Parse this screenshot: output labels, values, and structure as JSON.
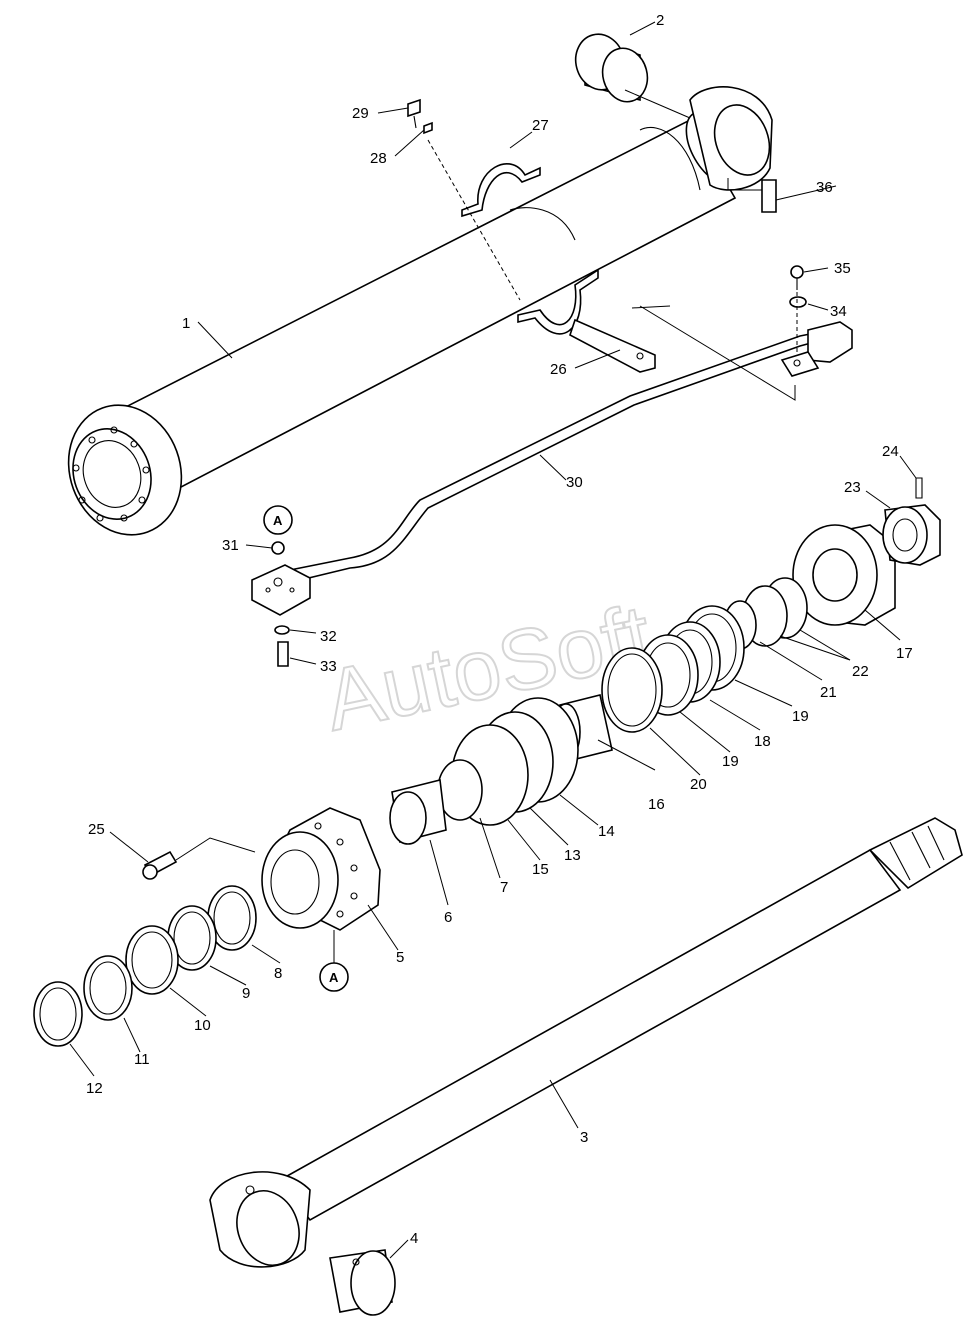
{
  "watermark": "AutoSoft",
  "callout_letter": "A",
  "labels": {
    "p1": "1",
    "p2": "2",
    "p3": "3",
    "p4": "4",
    "p5": "5",
    "p6": "6",
    "p7": "7",
    "p8": "8",
    "p9": "9",
    "p10": "10",
    "p11": "11",
    "p12": "12",
    "p13": "13",
    "p14": "14",
    "p15": "15",
    "p16": "16",
    "p17": "17",
    "p18": "18",
    "p19a": "19",
    "p19b": "19",
    "p20": "20",
    "p21": "21",
    "p22": "22",
    "p23": "23",
    "p24": "24",
    "p25": "25",
    "p26": "26",
    "p27": "27",
    "p28": "28",
    "p29": "29",
    "p30": "30",
    "p31": "31",
    "p32": "32",
    "p33": "33",
    "p34": "34",
    "p35": "35",
    "p36": "36"
  }
}
